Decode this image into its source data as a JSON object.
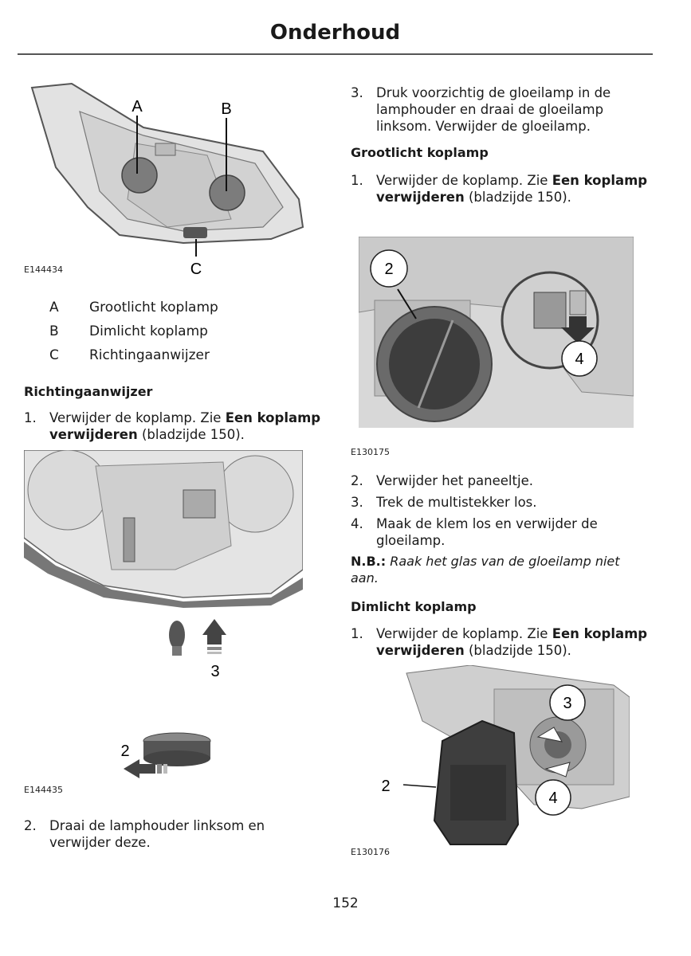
{
  "header": {
    "title": "Onderhoud"
  },
  "fig1": {
    "code": "E144434",
    "labels": {
      "a": "A",
      "b": "B",
      "c": "C"
    }
  },
  "legend": [
    {
      "key": "A",
      "label": "Grootlicht koplamp"
    },
    {
      "key": "B",
      "label": "Dimlicht koplamp"
    },
    {
      "key": "C",
      "label": "Richtingaanwijzer"
    }
  ],
  "left": {
    "heading": "Richtingaanwijzer",
    "step1": {
      "num": "1.",
      "text": "Verwijder de koplamp.  Zie ",
      "bold": "Een koplamp verwijderen",
      "ref": " (bladzijde 150)."
    },
    "step2": {
      "num": "2.",
      "text": "Draai de lamphouder linksom en verwijder deze."
    }
  },
  "fig2": {
    "code": "E144435",
    "labels": {
      "n3": "3",
      "n2": "2"
    }
  },
  "right": {
    "step3": {
      "num": "3.",
      "text": "Druk voorzichtig de gloeilamp in de lamphouder en draai de gloeilamp linksom. Verwijder de gloeilamp."
    },
    "heading1": "Grootlicht koplamp",
    "step1a": {
      "num": "1.",
      "text": "Verwijder de koplamp.  Zie ",
      "bold": "Een koplamp verwijderen",
      "ref": " (bladzijde 150)."
    },
    "steps": [
      {
        "num": "2.",
        "text": "Verwijder het paneeltje."
      },
      {
        "num": "3.",
        "text": "Trek de multistekker los."
      },
      {
        "num": "4.",
        "text": "Maak de klem los en verwijder de gloeilamp."
      }
    ],
    "note": {
      "label": "N.B.:",
      "text": " Raak het glas van de gloeilamp niet aan."
    },
    "heading2": "Dimlicht koplamp",
    "step1b": {
      "num": "1.",
      "text": "Verwijder de koplamp.  Zie ",
      "bold": "Een koplamp verwijderen",
      "ref": " (bladzijde 150)."
    }
  },
  "fig3": {
    "code": "E130175",
    "labels": {
      "n2": "2",
      "n4": "4"
    }
  },
  "fig4": {
    "code": "E130176",
    "labels": {
      "n3": "3",
      "n2": "2",
      "n4": "4"
    }
  },
  "page_number": "152"
}
